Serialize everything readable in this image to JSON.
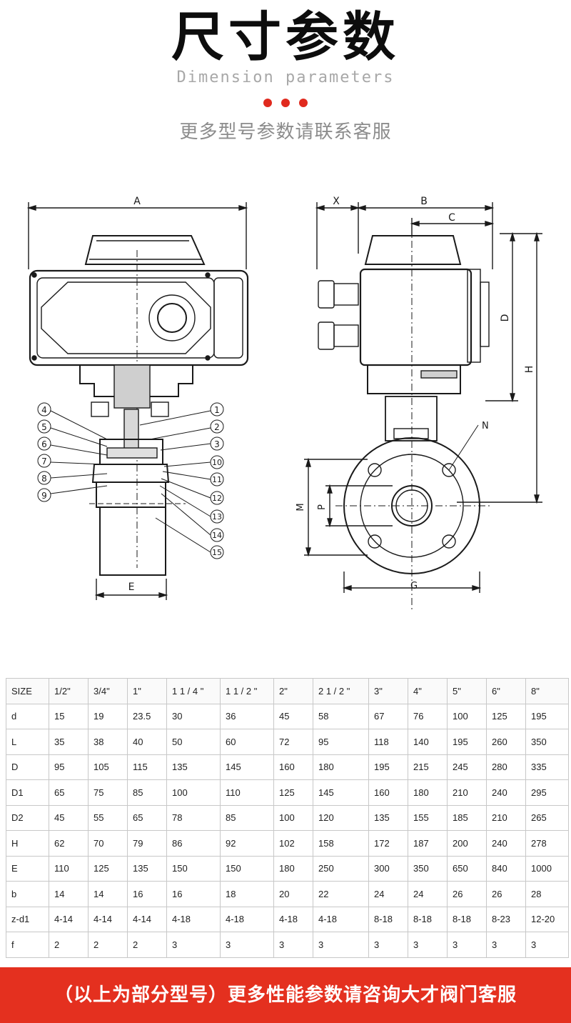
{
  "header": {
    "title": "尺寸参数",
    "subtitle": "Dimension parameters",
    "note": "更多型号参数请联系客服"
  },
  "drawing": {
    "dim_labels": [
      "A",
      "X",
      "B",
      "C",
      "D",
      "H",
      "N",
      "M",
      "P",
      "G",
      "E"
    ],
    "callouts": [
      "1",
      "2",
      "3",
      "4",
      "5",
      "6",
      "7",
      "8",
      "9",
      "10",
      "11",
      "12",
      "13",
      "14",
      "15"
    ],
    "line_color": "#1a1a1a"
  },
  "table": {
    "header": [
      "SIZE",
      "1/2\"",
      "3/4\"",
      "1\"",
      "1 1 / 4 \"",
      "1 1 / 2 \"",
      "2\"",
      "2 1 / 2 \"",
      "3\"",
      "4\"",
      "5\"",
      "6\"",
      "8\""
    ],
    "rows": [
      [
        "d",
        "15",
        "19",
        "23.5",
        "30",
        "36",
        "45",
        "58",
        "67",
        "76",
        "100",
        "125",
        "195"
      ],
      [
        "L",
        "35",
        "38",
        "40",
        "50",
        "60",
        "72",
        "95",
        "118",
        "140",
        "195",
        "260",
        "350"
      ],
      [
        "D",
        "95",
        "105",
        "115",
        "135",
        "145",
        "160",
        "180",
        "195",
        "215",
        "245",
        "280",
        "335"
      ],
      [
        "D1",
        "65",
        "75",
        "85",
        "100",
        "110",
        "125",
        "145",
        "160",
        "180",
        "210",
        "240",
        "295"
      ],
      [
        "D2",
        "45",
        "55",
        "65",
        "78",
        "85",
        "100",
        "120",
        "135",
        "155",
        "185",
        "210",
        "265"
      ],
      [
        "H",
        "62",
        "70",
        "79",
        "86",
        "92",
        "102",
        "158",
        "172",
        "187",
        "200",
        "240",
        "278"
      ],
      [
        "E",
        "110",
        "125",
        "135",
        "150",
        "150",
        "180",
        "250",
        "300",
        "350",
        "650",
        "840",
        "1000"
      ],
      [
        "b",
        "14",
        "14",
        "16",
        "16",
        "18",
        "20",
        "22",
        "24",
        "24",
        "26",
        "26",
        "28"
      ],
      [
        "z-d1",
        "4-14",
        "4-14",
        "4-14",
        "4-18",
        "4-18",
        "4-18",
        "4-18",
        "8-18",
        "8-18",
        "8-18",
        "8-23",
        "12-20"
      ],
      [
        "f",
        "2",
        "2",
        "2",
        "3",
        "3",
        "3",
        "3",
        "3",
        "3",
        "3",
        "3",
        "3"
      ]
    ]
  },
  "footer": {
    "banner": "（以上为部分型号）更多性能参数请咨询大才阀门客服"
  },
  "colors": {
    "accent": "#e4301f",
    "dot": "#e02a1e",
    "subtle_text": "#8c8c8c"
  }
}
